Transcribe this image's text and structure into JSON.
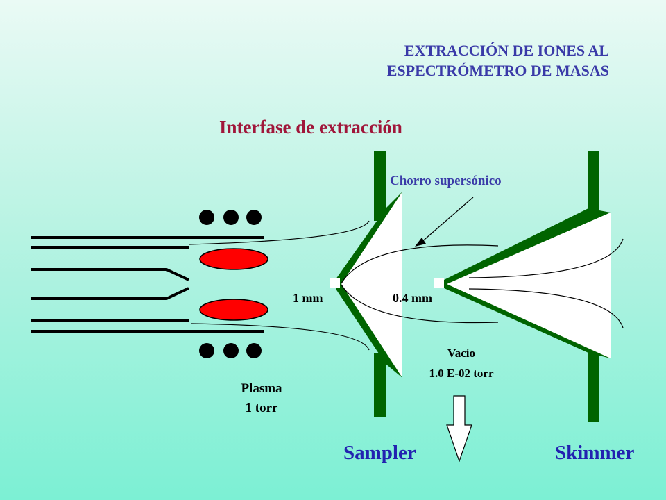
{
  "title_lines": [
    "EXTRACCIÓN DE IONES AL",
    "ESPECTRÓMETRO DE MASAS"
  ],
  "heading": "Interfase de extracción",
  "labels": {
    "supersonic_jet": "Chorro supersónico",
    "sampler_orifice": "1 mm",
    "skimmer_orifice": "0.4 mm",
    "vacuum_title": "Vacío",
    "vacuum_pressure": "1.0 E-02 torr",
    "plasma_title": "Plasma",
    "plasma_pressure": "1 torr",
    "sampler": "Sampler",
    "skimmer": "Skimmer"
  },
  "colors": {
    "title": "#3a3aa8",
    "heading": "#a0163a",
    "cone": "#006400",
    "coil_ellipse": "#ff0000",
    "coil_dots": "#000000",
    "cone_label": "#2222b0"
  }
}
